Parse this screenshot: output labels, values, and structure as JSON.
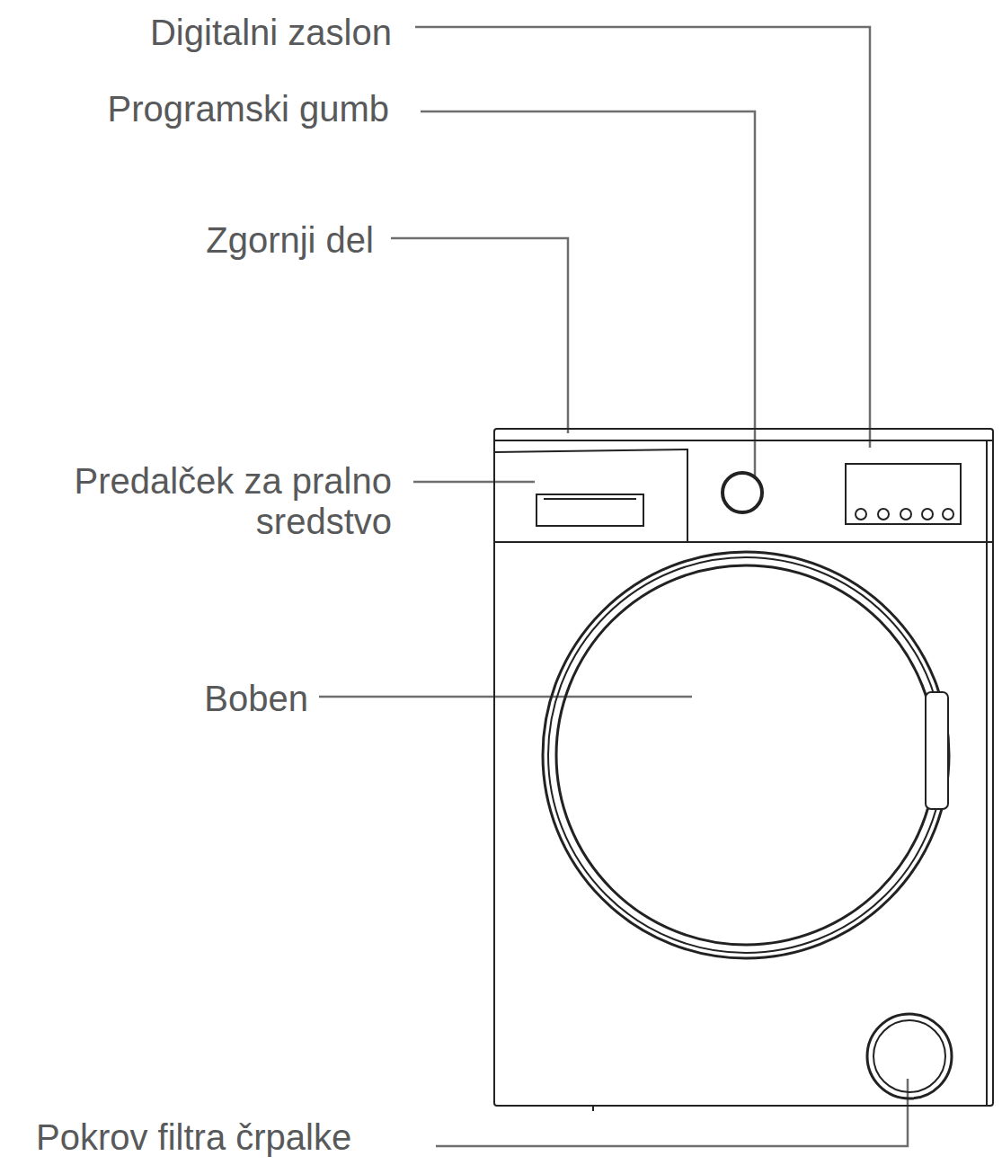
{
  "diagram": {
    "labels": [
      "Digitalni zaslon",
      "Programski gumb",
      "Zgornji del",
      "Predalček za pralno sredstvo",
      "Boben",
      "Pokrov filtra črpalke"
    ]
  }
}
